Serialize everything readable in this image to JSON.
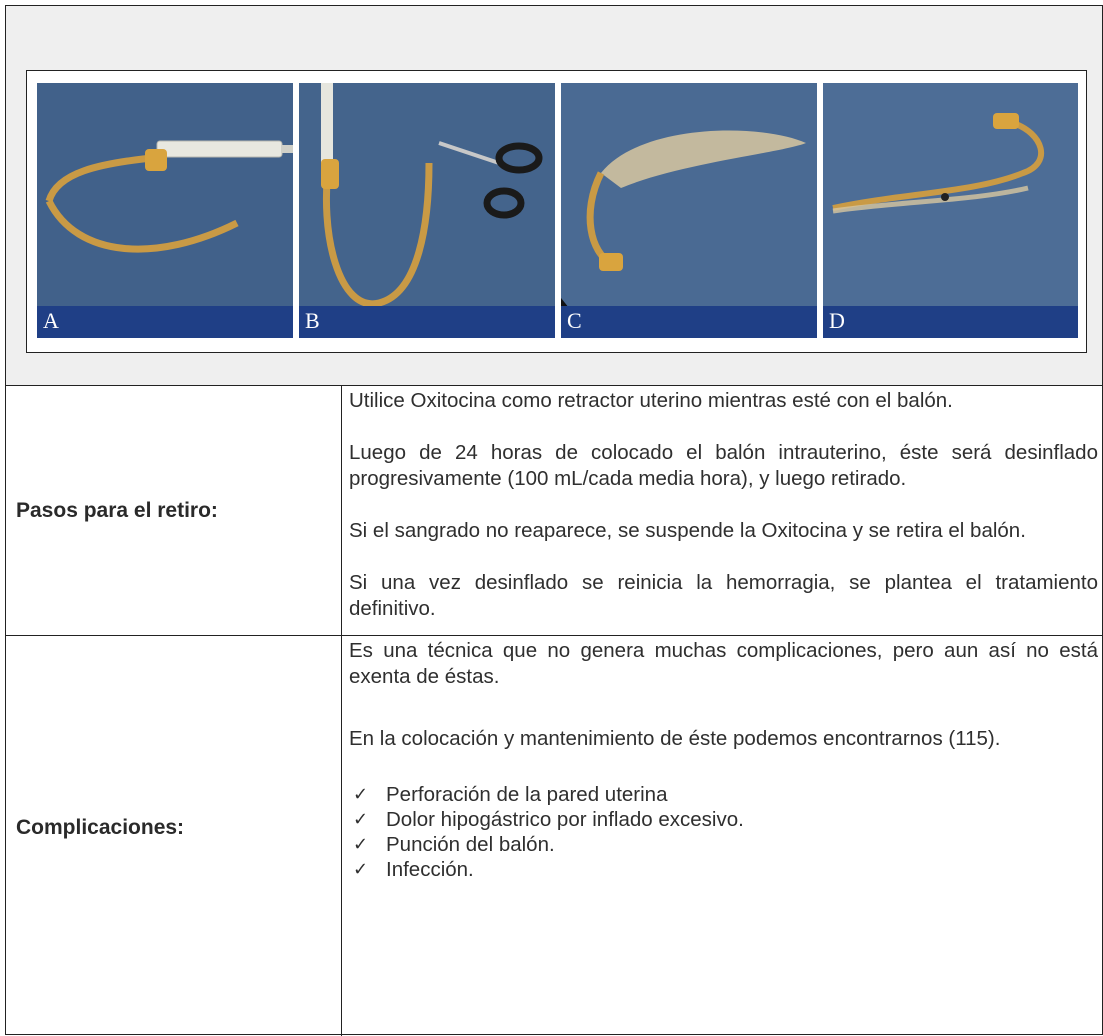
{
  "photos": [
    {
      "label": "A",
      "description_icon": "foley-catheter-syringe-photo"
    },
    {
      "label": "B",
      "description_icon": "foley-catheter-scissors-photo"
    },
    {
      "label": "C",
      "description_icon": "condom-catheter-photo"
    },
    {
      "label": "D",
      "description_icon": "tied-catheter-photo"
    }
  ],
  "retiro": {
    "label": "Pasos para el retiro:",
    "paragraphs": [
      "Utilice Oxitocina como retractor uterino mientras esté con el balón.",
      "Luego de 24 horas de colocado el balón intrauterino, éste será desinflado progresivamente (100 mL/cada media hora), y luego retirado.",
      "Si el sangrado no reaparece, se suspende la Oxitocina y se retira el balón.",
      "Si una vez desinflado se reinicia la hemorragia, se plantea el tratamiento definitivo."
    ]
  },
  "complicaciones": {
    "label": "Complicaciones:",
    "paragraphs": [
      "Es una técnica que no genera muchas complicaciones, pero aun así no está exenta de éstas.",
      "En la colocación y mantenimiento de éste podemos encontrarnos (115)."
    ],
    "check_symbol": "✓",
    "items": [
      "Perforación de la pared uterina",
      "Dolor hipogástrico por inflado excesivo.",
      "Punción del balón.",
      "Infección."
    ]
  },
  "colors": {
    "drape": "#3e5d83",
    "label_bar": "#1f3f86",
    "catheter": "#c9a04a"
  }
}
